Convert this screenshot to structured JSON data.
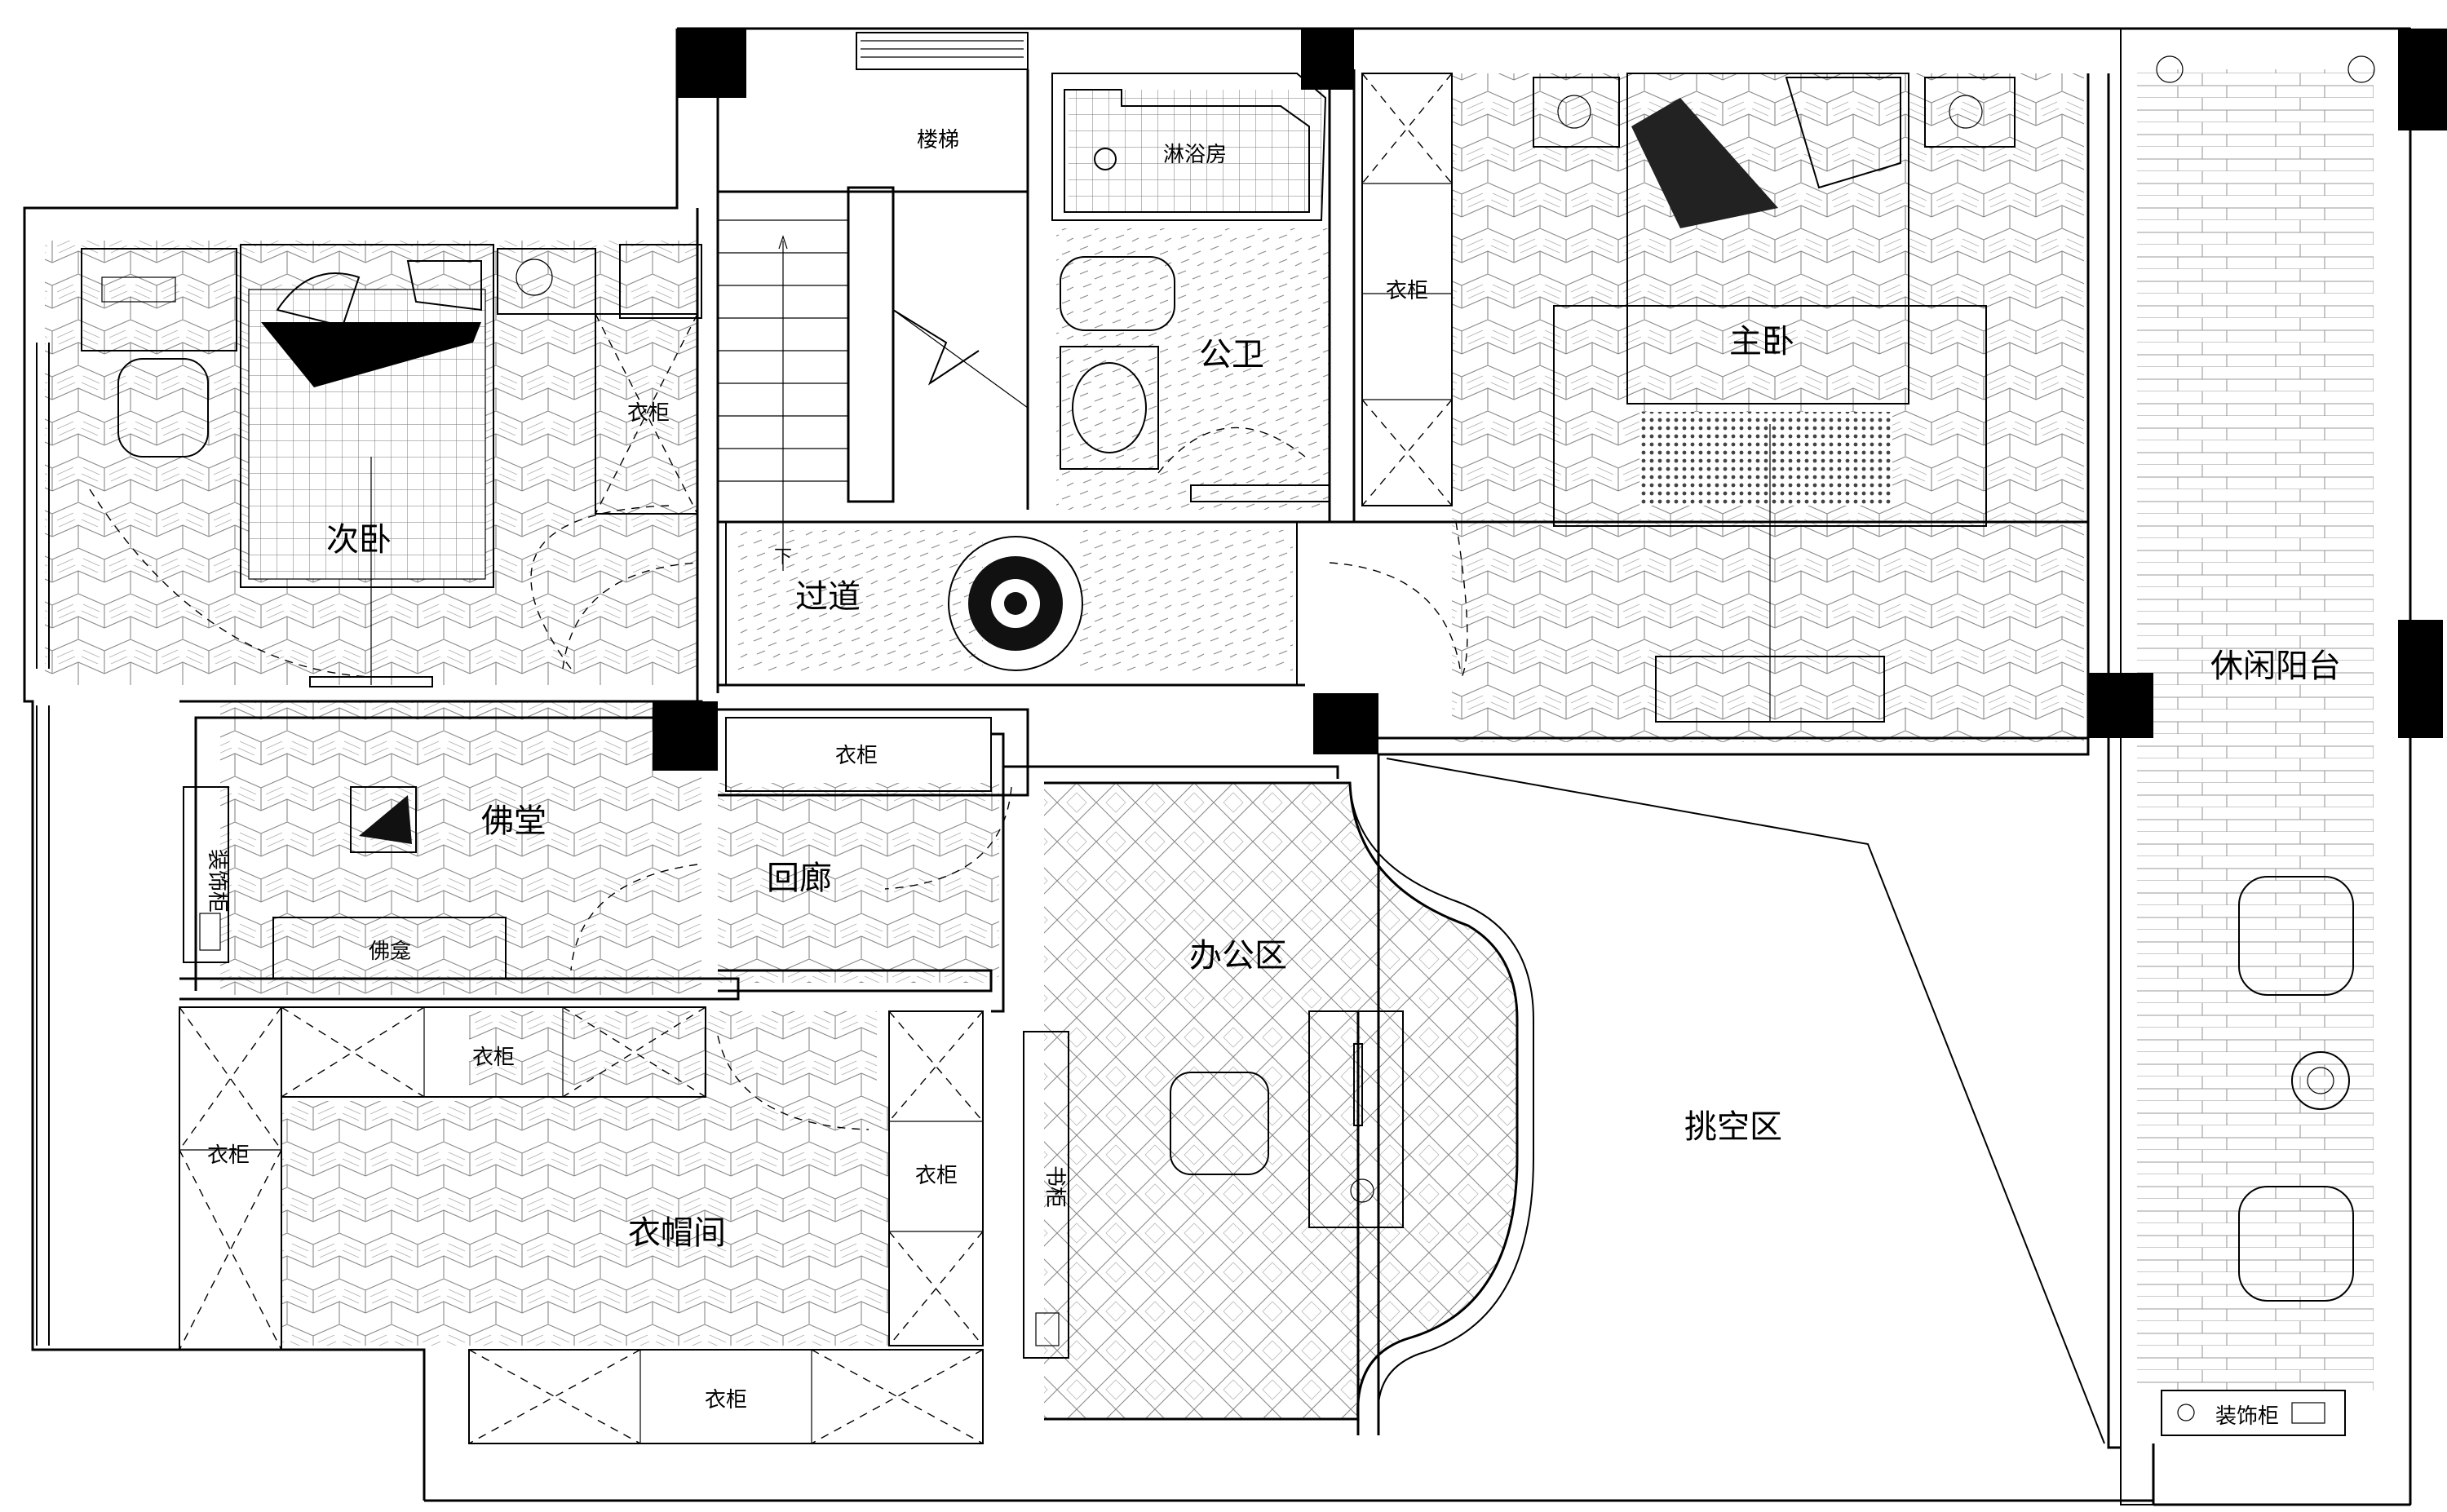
{
  "rooms": {
    "stairs": "楼梯",
    "shower": "淋浴房",
    "public_bath": "公卫",
    "second_bedroom": "次卧",
    "master_bedroom": "主卧",
    "corridor": "过道",
    "buddha_hall": "佛堂",
    "gallery": "回廊",
    "office": "办公区",
    "void_area": "挑空区",
    "balcony": "休闲阳台",
    "cloakroom": "衣帽间"
  },
  "furniture": {
    "wardrobe": "衣柜",
    "decor_cabinet": "装饰柜",
    "buddha_niche": "佛龛",
    "bookcase": "书柜",
    "stair_down": "下"
  },
  "colors": {
    "line": "#000000",
    "background": "#ffffff",
    "hatch": "#9a9a9a"
  }
}
